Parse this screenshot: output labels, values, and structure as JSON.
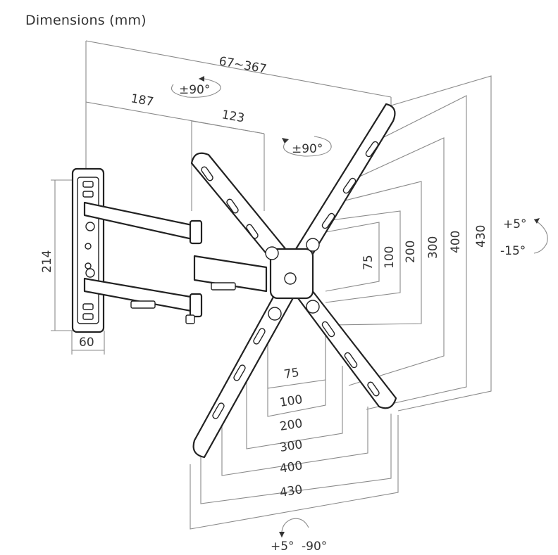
{
  "title": "Dimensions (mm)",
  "top": {
    "extension": "67~367",
    "arm_a": "187",
    "arm_b": "123",
    "swivel_left": "±90°",
    "swivel_right": "±90°"
  },
  "left": {
    "height": "214",
    "depth": "60"
  },
  "vertical_vesa": [
    "75",
    "100",
    "200",
    "300",
    "400",
    "430"
  ],
  "horizontal_vesa": [
    "75",
    "100",
    "200",
    "300",
    "400",
    "430"
  ],
  "tilt": {
    "up": "+5°",
    "down": "-15°"
  },
  "rotation": {
    "plus": "+5°",
    "minus": "-90°"
  }
}
